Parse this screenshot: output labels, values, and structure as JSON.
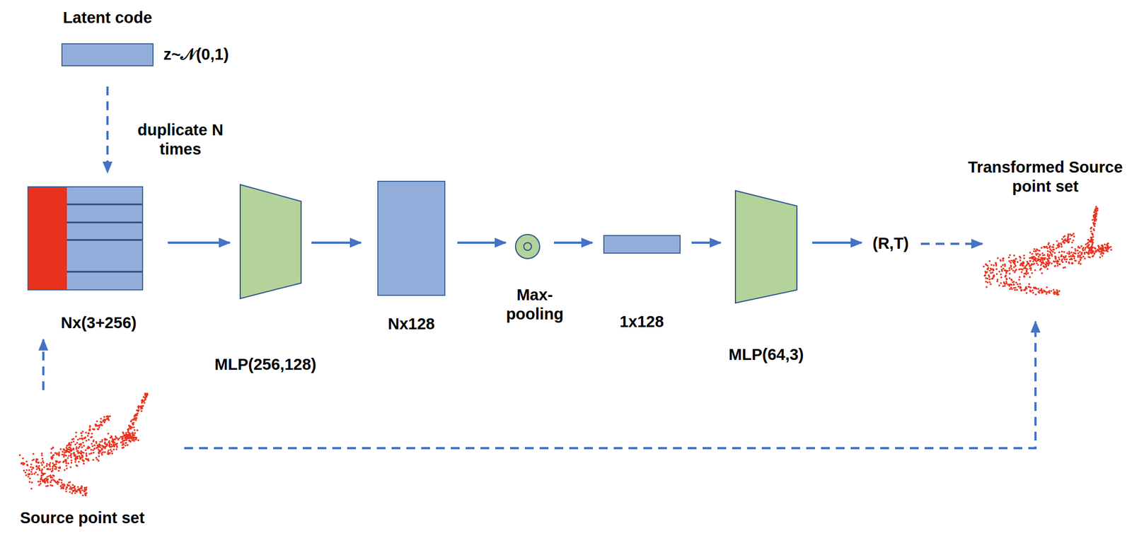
{
  "diagram": {
    "nodes": [
      {
        "text": [
          "Latent code",
          "z~𝒩(0,1)"
        ]
      },
      {
        "text": [
          "Nx(3+256)"
        ]
      },
      {
        "text": [
          "MLP(256,128)"
        ]
      },
      {
        "text": [
          "Nx128"
        ]
      },
      {
        "text": [
          "Max-pooling"
        ]
      },
      {
        "text": [
          "1x128"
        ]
      },
      {
        "text": [
          "MLP(64,3)"
        ]
      },
      {
        "text": [
          "(R,T)"
        ]
      },
      {
        "text": [
          "Transformed Source point set"
        ]
      },
      {
        "text": [
          "Source point set"
        ]
      }
    ],
    "edges": [
      {
        "from": 0,
        "to": 1,
        "label": "duplicate N times",
        "arrow": "to"
      },
      {
        "from": 1,
        "to": 2,
        "arrow": "to"
      },
      {
        "from": 2,
        "to": 3,
        "arrow": "to"
      },
      {
        "from": 3,
        "to": 4,
        "arrow": "to"
      },
      {
        "from": 4,
        "to": 5,
        "arrow": "to"
      },
      {
        "from": 5,
        "to": 6,
        "arrow": "to"
      },
      {
        "from": 6,
        "to": 7,
        "arrow": "to"
      },
      {
        "from": 7,
        "to": 8,
        "arrow": "to"
      },
      {
        "from": 9,
        "to": 1,
        "arrow": "to"
      },
      {
        "from": 9,
        "to": 8,
        "arrow": "to"
      }
    ]
  }
}
